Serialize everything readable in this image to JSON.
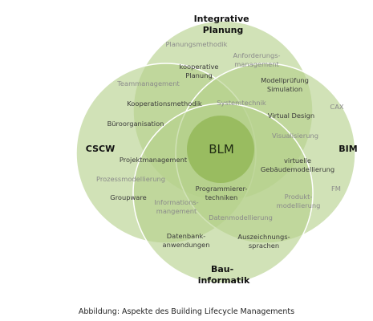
{
  "center": "BLM",
  "disciplines": {
    "top": [
      "Integrative",
      "Planung"
    ],
    "left": [
      "CSCW"
    ],
    "right": [
      "BIM"
    ],
    "bottom": [
      "Bau-",
      "informatik"
    ]
  },
  "topics": [
    {
      "lines": [
        "Planungsmethodik"
      ],
      "tone": "light"
    },
    {
      "lines": [
        "kooperative",
        "Planung"
      ],
      "tone": "dark"
    },
    {
      "lines": [
        "Anforderungs-",
        "management"
      ],
      "tone": "light"
    },
    {
      "lines": [
        "Teammanagement"
      ],
      "tone": "light"
    },
    {
      "lines": [
        "Modellprüfung",
        "Simulation"
      ],
      "tone": "dark"
    },
    {
      "lines": [
        "Kooperationsmethodik"
      ],
      "tone": "dark"
    },
    {
      "lines": [
        "Systemtechnik"
      ],
      "tone": "light"
    },
    {
      "lines": [
        "CAX"
      ],
      "tone": "light"
    },
    {
      "lines": [
        "Virtual Design"
      ],
      "tone": "dark"
    },
    {
      "lines": [
        "Büroorganisation"
      ],
      "tone": "dark"
    },
    {
      "lines": [
        "Visualisierung"
      ],
      "tone": "light"
    },
    {
      "lines": [
        "Projektmanagement"
      ],
      "tone": "dark"
    },
    {
      "lines": [
        "virtuelle",
        "Gebäudemodellierung"
      ],
      "tone": "dark"
    },
    {
      "lines": [
        "Prozessmodellierung"
      ],
      "tone": "light"
    },
    {
      "lines": [
        "Programmierer-",
        "techniken"
      ],
      "tone": "dark"
    },
    {
      "lines": [
        "FM"
      ],
      "tone": "light"
    },
    {
      "lines": [
        "Groupware"
      ],
      "tone": "dark"
    },
    {
      "lines": [
        "Informations-",
        "mangement"
      ],
      "tone": "light"
    },
    {
      "lines": [
        "Produkt-",
        "modellierung"
      ],
      "tone": "light"
    },
    {
      "lines": [
        "Datenmodellierung"
      ],
      "tone": "light"
    },
    {
      "lines": [
        "Datenbank-",
        "anwendungen"
      ],
      "tone": "dark"
    },
    {
      "lines": [
        "Auszeichnungs-",
        "sprachen"
      ],
      "tone": "dark"
    }
  ],
  "caption": "Abbildung: Aspekte des Building Lifecycle Managements",
  "colors": {
    "circle_fill": "#b4d08a",
    "circle_stroke": "#ffffff",
    "center_fill": "#8fb452"
  }
}
